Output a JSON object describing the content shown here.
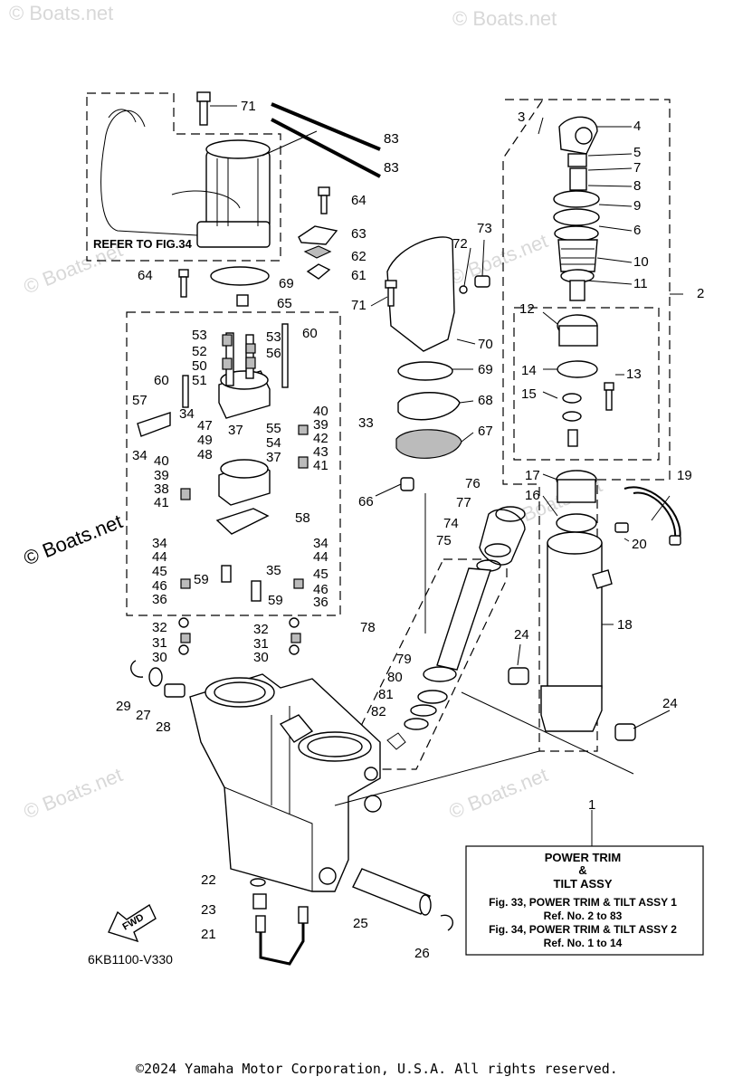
{
  "diagram": {
    "watermarks": [
      "© Boats.net",
      "© Boats.net",
      "© Boats.net",
      "© Boats.net",
      "© Boats.net",
      "© Boats.net",
      "© Boats.net"
    ],
    "brand_watermark": "© Boats.net",
    "refer_note": "REFER TO FIG.34",
    "fwd_label": "FWD",
    "diagram_code": "6KB1100-V330",
    "callouts": [
      "71",
      "83",
      "83",
      "64",
      "63",
      "62",
      "61",
      "64",
      "69",
      "65",
      "53",
      "52",
      "50",
      "51",
      "53",
      "56",
      "60",
      "60",
      "57",
      "34",
      "47",
      "37",
      "55",
      "40",
      "39",
      "42",
      "43",
      "41",
      "33",
      "49",
      "48",
      "54",
      "37",
      "34",
      "40",
      "39",
      "38",
      "41",
      "58",
      "34",
      "44",
      "45",
      "46",
      "36",
      "59",
      "35",
      "34",
      "44",
      "45",
      "46",
      "36",
      "59",
      "32",
      "31",
      "30",
      "32",
      "31",
      "30",
      "29",
      "27",
      "28",
      "22",
      "23",
      "21",
      "25",
      "26",
      "73",
      "72",
      "71",
      "70",
      "69",
      "68",
      "67",
      "66",
      "76",
      "77",
      "74",
      "75",
      "78",
      "79",
      "80",
      "81",
      "82",
      "3",
      "4",
      "5",
      "7",
      "8",
      "9",
      "6",
      "10",
      "11",
      "2",
      "12",
      "14",
      "13",
      "15",
      "17",
      "19",
      "16",
      "20",
      "18",
      "24",
      "24",
      "1"
    ],
    "info_box": {
      "title_lines": [
        "POWER TRIM",
        "&",
        "TILT ASSY"
      ],
      "ref_lines": [
        "Fig. 33, POWER TRIM & TILT ASSY 1",
        "Ref. No. 2 to 83",
        "Fig. 34, POWER TRIM & TILT ASSY 2",
        "Ref. No. 1 to 14"
      ]
    }
  },
  "footer": {
    "copyright": "©2024 Yamaha Motor Corporation, U.S.A. All rights reserved."
  }
}
